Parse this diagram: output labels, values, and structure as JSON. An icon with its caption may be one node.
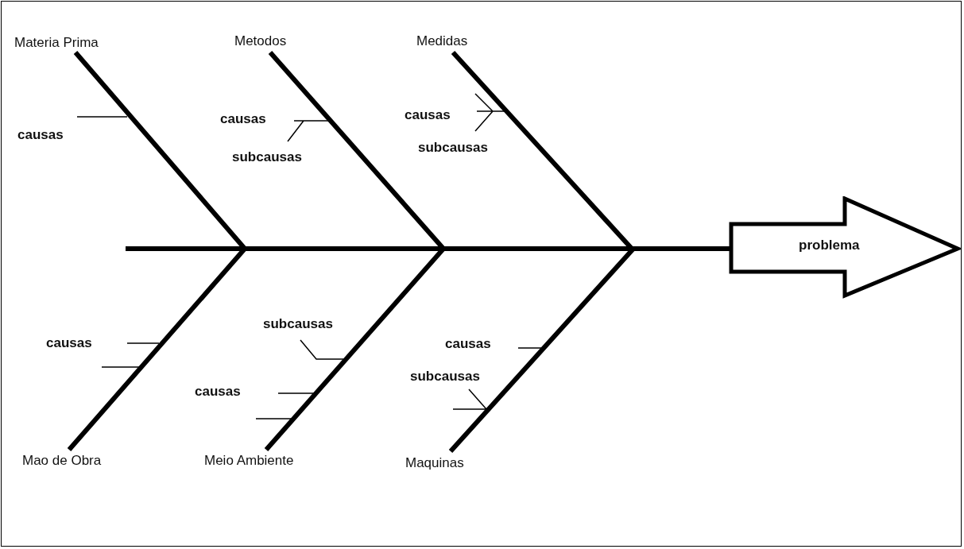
{
  "diagram": {
    "nodes": [
      {
        "text": [
          "Materia Prima"
        ]
      },
      {
        "text": [
          "Metodos"
        ]
      },
      {
        "text": [
          "Medidas"
        ]
      },
      {
        "text": [
          "Mao de Obra"
        ]
      },
      {
        "text": [
          "Meio Ambiente"
        ]
      },
      {
        "text": [
          "Maquinas"
        ]
      },
      {
        "text": [
          "problema"
        ]
      }
    ],
    "edges": [
      {
        "from": null,
        "to": 6,
        "arrow": "none"
      },
      {
        "from": 0,
        "to": 6,
        "arrow": "none"
      },
      {
        "from": 1,
        "to": 6,
        "arrow": "none"
      },
      {
        "from": 2,
        "to": 6,
        "arrow": "none"
      },
      {
        "from": 3,
        "to": 6,
        "arrow": "none"
      },
      {
        "from": 4,
        "to": 6,
        "arrow": "none"
      },
      {
        "from": 5,
        "to": 6,
        "arrow": "none"
      }
    ],
    "labels": [
      "causas",
      "causas",
      "subcausas",
      "causas",
      "subcausas",
      "causas",
      "subcausas",
      "causas",
      "causas",
      "subcausas"
    ]
  }
}
